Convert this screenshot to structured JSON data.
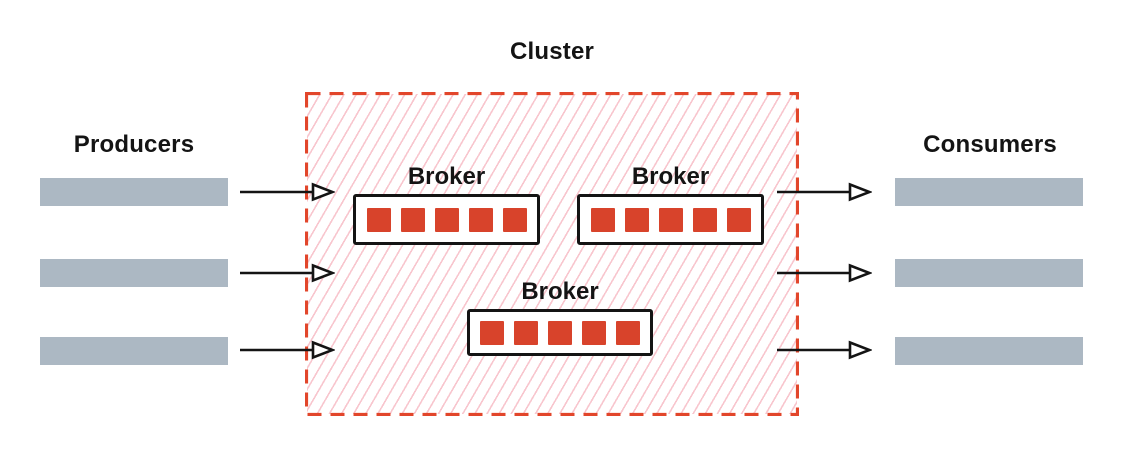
{
  "colors": {
    "cluster_border": "#E2462B",
    "partition_red": "#D8432B",
    "hatch_pink": "#F8C6CE",
    "bar_gray": "#ACB8C3",
    "ink": "#141414"
  },
  "cluster": {
    "label": "Cluster",
    "brokers": [
      {
        "label": "Broker",
        "partitions": 5
      },
      {
        "label": "Broker",
        "partitions": 5
      },
      {
        "label": "Broker",
        "partitions": 5
      }
    ]
  },
  "producers": {
    "label": "Producers",
    "count": 3
  },
  "consumers": {
    "label": "Consumers",
    "count": 3
  },
  "arrows": {
    "producer_arrows": 3,
    "consumer_arrows": 3
  }
}
